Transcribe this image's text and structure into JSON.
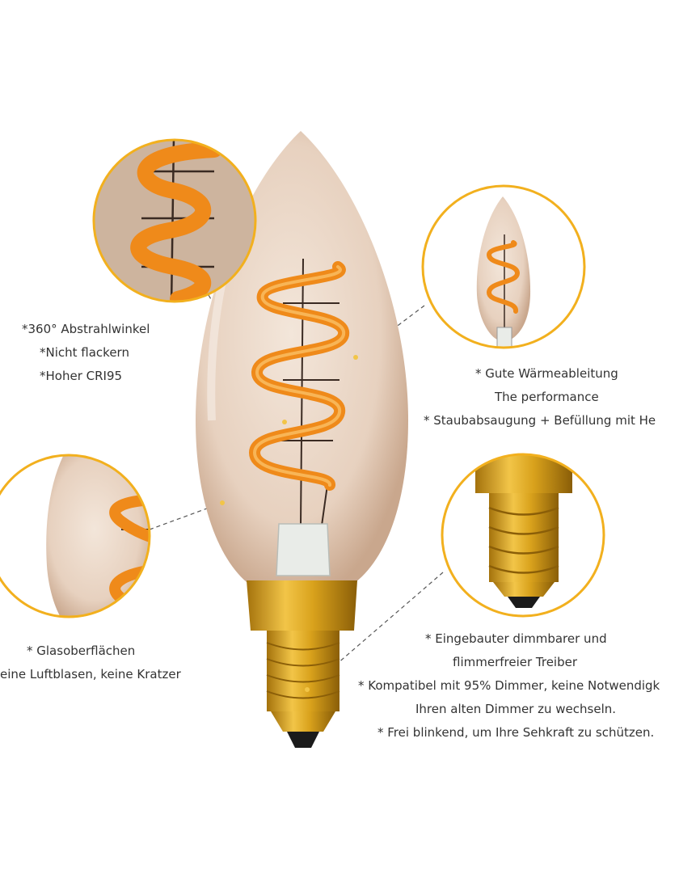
{
  "colors": {
    "accent": "#f2b01e",
    "filament": "#ef8a1a",
    "glass": "#e9d6c6",
    "brass": "#d9a21c",
    "text": "#333333"
  },
  "icons": [
    "bulb-image",
    "filament-zoom",
    "mini-bulb-zoom",
    "glass-zoom",
    "base-zoom"
  ],
  "features": {
    "left_top": [
      "*360° Abstrahlwinkel",
      "*Nicht flackern",
      "*Hoher CRI95"
    ],
    "right_top": [
      "* Gute Wärmeableitung",
      "The performance",
      "* Staubabsaugung + Befüllung mit He"
    ],
    "left_bottom": [
      "* Glasoberflächen",
      "eine Luftblasen, keine Kratzer"
    ],
    "right_bottom": [
      "* Eingebauter dimmbarer und",
      "flimmerfreier Treiber",
      "* Kompatibel mit 95% Dimmer, keine Notwendigk",
      "Ihren alten Dimmer zu wechseln.",
      "* Frei blinkend, um Ihre Sehkraft zu schützen."
    ]
  }
}
